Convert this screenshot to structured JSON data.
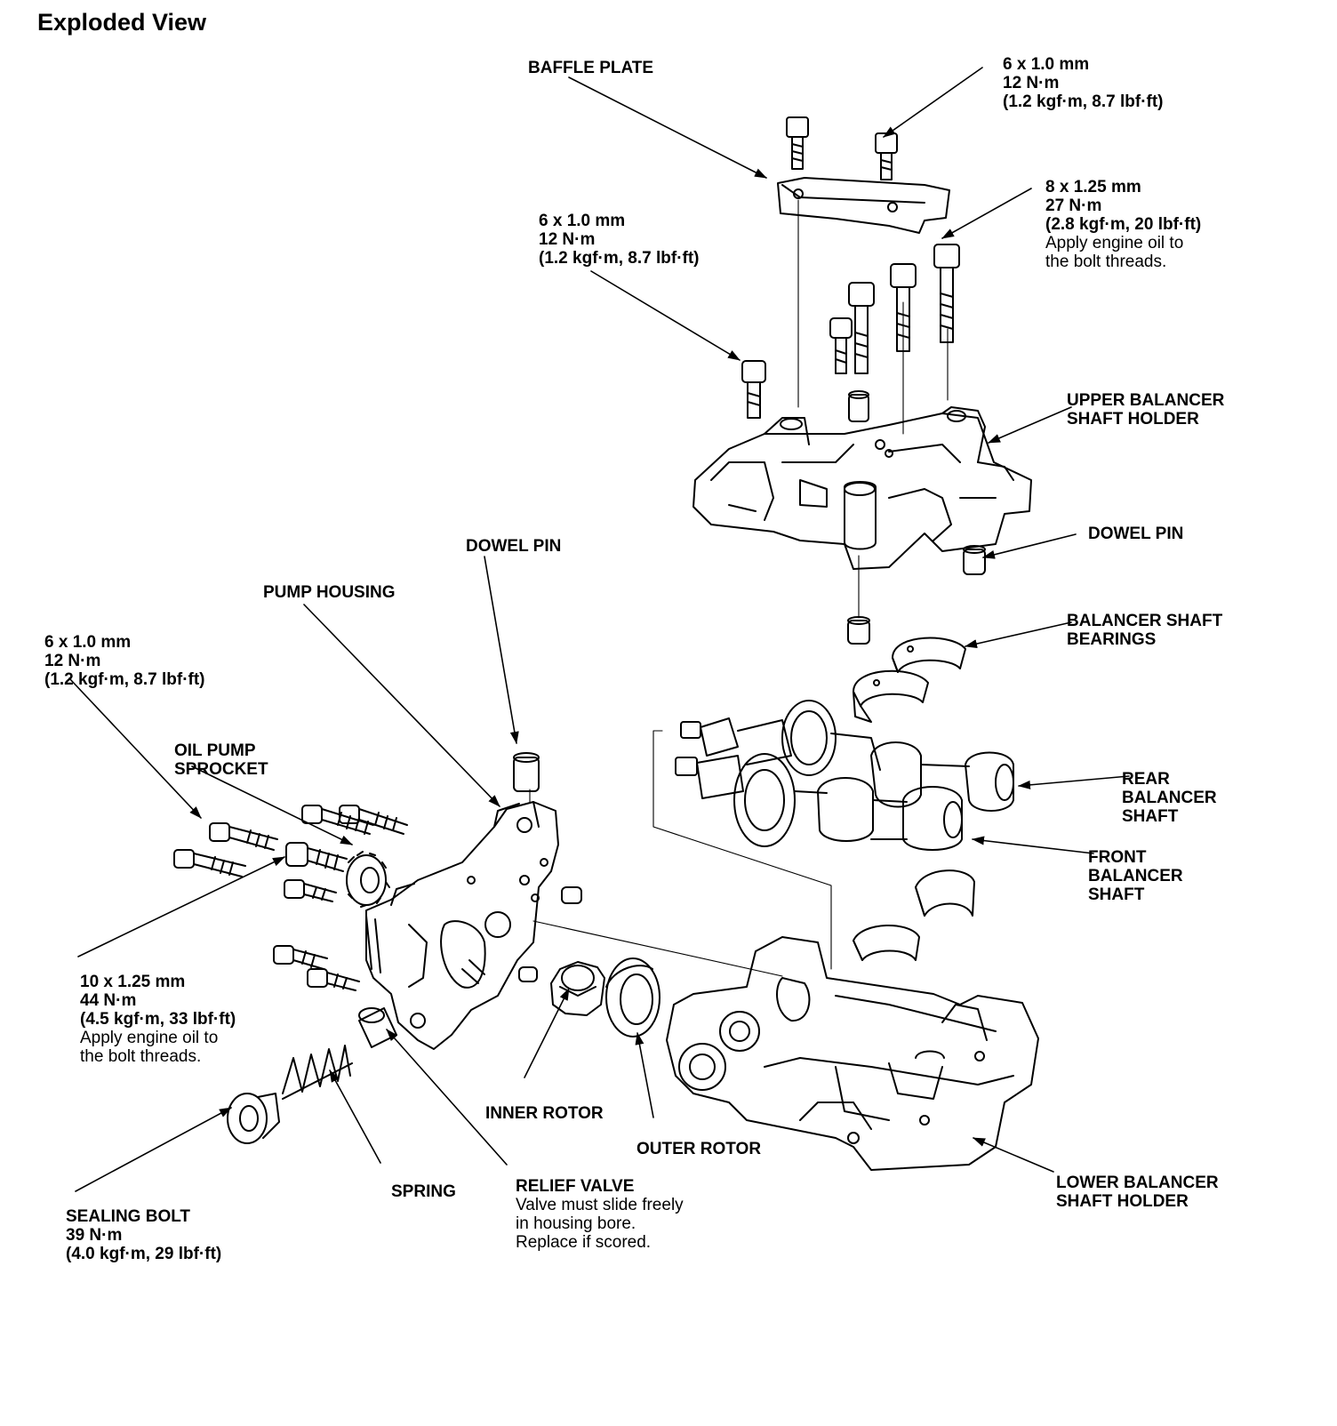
{
  "page_title": "Exploded View",
  "labels": {
    "baffle_plate": "BAFFLE PLATE",
    "bolt_top_right": [
      "6 x 1.0 mm",
      "12 N·m",
      "(1.2 kgf·m, 8.7 lbf·ft)"
    ],
    "bolt_8mm": [
      "8 x 1.25 mm",
      "27 N·m",
      "(2.8 kgf·m, 20 lbf·ft)"
    ],
    "bolt_8mm_note": [
      "Apply engine oil to",
      "the bolt threads."
    ],
    "bolt_mid": [
      "6 x 1.0 mm",
      "12 N·m",
      "(1.2 kgf·m, 8.7 lbf·ft)"
    ],
    "upper_holder": [
      "UPPER BALANCER",
      "SHAFT HOLDER"
    ],
    "dowel_pin_right": "DOWEL PIN",
    "dowel_pin_center": "DOWEL PIN",
    "pump_housing": "PUMP HOUSING",
    "bolt_left": [
      "6 x 1.0 mm",
      "12 N·m",
      "(1.2 kgf·m, 8.7 lbf·ft)"
    ],
    "bearings": [
      "BALANCER SHAFT",
      "BEARINGS"
    ],
    "oil_pump_sprocket": [
      "OIL PUMP",
      "SPROCKET"
    ],
    "rear_shaft": [
      "REAR",
      "BALANCER",
      "SHAFT"
    ],
    "front_shaft": [
      "FRONT",
      "BALANCER",
      "SHAFT"
    ],
    "bolt_10mm": [
      "10 x 1.25 mm",
      "44 N·m",
      "(4.5 kgf·m, 33 lbf·ft)"
    ],
    "bolt_10mm_note": [
      "Apply engine oil to",
      "the bolt threads."
    ],
    "inner_rotor": "INNER ROTOR",
    "outer_rotor": "OUTER ROTOR",
    "spring": "SPRING",
    "relief_valve": "RELIEF VALVE",
    "relief_valve_note": [
      "Valve must slide freely",
      "in housing bore.",
      "Replace if scored."
    ],
    "lower_holder": [
      "LOWER BALANCER",
      "SHAFT HOLDER"
    ],
    "sealing_bolt": "SEALING BOLT",
    "sealing_bolt_spec": [
      "39 N·m",
      "(4.0 kgf·m, 29 lbf·ft)"
    ]
  }
}
